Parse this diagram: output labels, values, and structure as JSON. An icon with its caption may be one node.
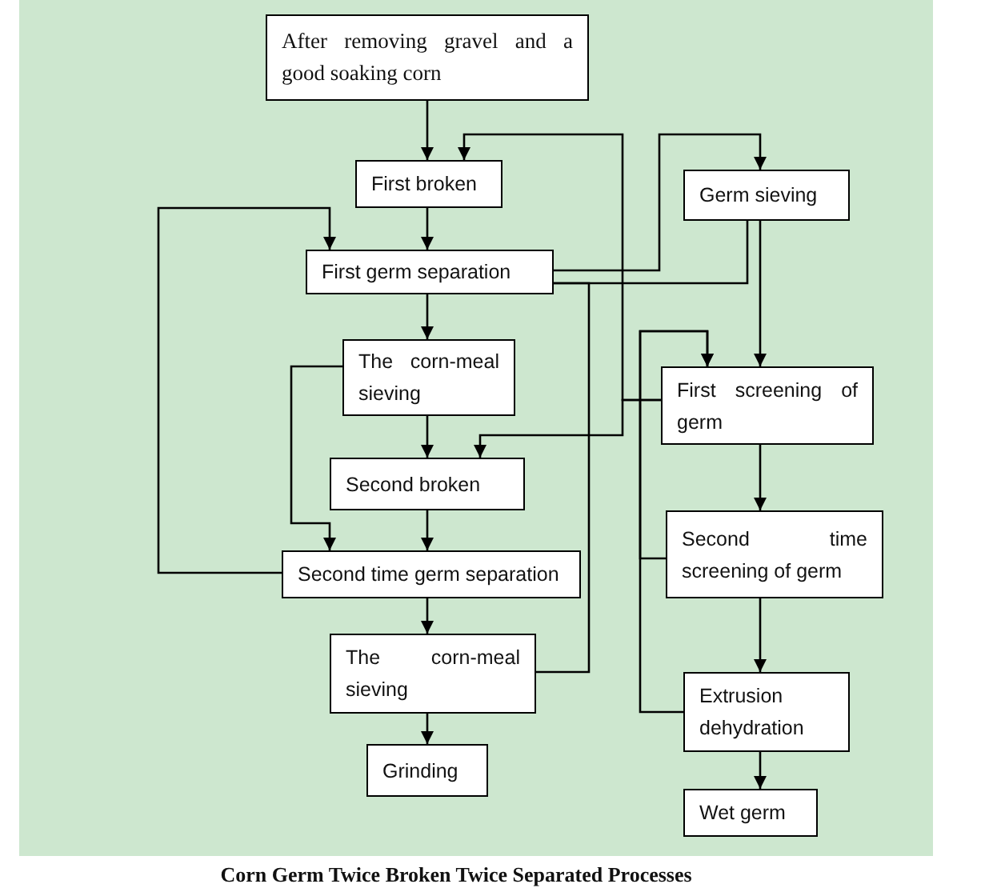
{
  "diagram": {
    "caption": "Corn Germ Twice Broken Twice Separated Processes",
    "nodes": [
      {
        "text": [
          "After removing gravel and a good soaking corn"
        ]
      },
      {
        "text": [
          "First broken"
        ]
      },
      {
        "text": [
          "First germ separation"
        ]
      },
      {
        "text": [
          "Germ sieving"
        ]
      },
      {
        "text": [
          "The corn-meal sieving"
        ]
      },
      {
        "text": [
          "First screening of germ"
        ]
      },
      {
        "text": [
          "Second broken"
        ]
      },
      {
        "text": [
          "Second time germ separation"
        ]
      },
      {
        "text": [
          "Second time screening of germ"
        ]
      },
      {
        "text": [
          "The corn-meal sieving"
        ]
      },
      {
        "text": [
          "Extrusion dehydration"
        ]
      },
      {
        "text": [
          "Grinding"
        ]
      },
      {
        "text": [
          "Wet germ"
        ]
      }
    ],
    "edges": [
      {
        "from": 0,
        "to": 1,
        "arrow": "to"
      },
      {
        "from": 1,
        "to": 2,
        "arrow": "to"
      },
      {
        "from": 2,
        "to": 4,
        "arrow": "to"
      },
      {
        "from": 4,
        "to": 6,
        "arrow": "to"
      },
      {
        "from": 6,
        "to": 7,
        "arrow": "to"
      },
      {
        "from": 7,
        "to": 9,
        "arrow": "to"
      },
      {
        "from": 9,
        "to": 11,
        "arrow": "to"
      },
      {
        "from": 3,
        "to": 5,
        "arrow": "to"
      },
      {
        "from": 5,
        "to": 8,
        "arrow": "to"
      },
      {
        "from": 8,
        "to": 10,
        "arrow": "to"
      },
      {
        "from": 10,
        "to": 12,
        "arrow": "to"
      },
      {
        "from": 2,
        "to": 3,
        "arrow": "to"
      },
      {
        "from": 3,
        "to": 2,
        "arrow": "none"
      },
      {
        "from": 9,
        "to": 2,
        "arrow": "none"
      },
      {
        "from": 5,
        "to": 1,
        "arrow": "to"
      },
      {
        "from": 5,
        "to": 6,
        "arrow": "to"
      },
      {
        "from": 10,
        "to": 5,
        "arrow": "to"
      },
      {
        "from": 8,
        "to": 5,
        "arrow": "to"
      },
      {
        "from": 7,
        "to": 2,
        "arrow": "to"
      },
      {
        "from": 4,
        "to": 7,
        "arrow": "to"
      }
    ]
  }
}
